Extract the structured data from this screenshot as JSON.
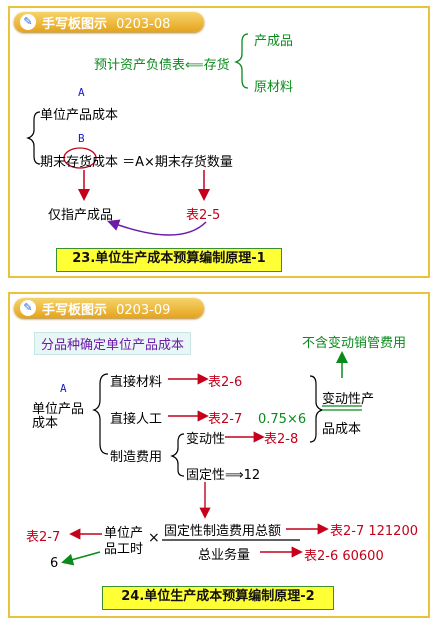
{
  "panel1": {
    "tag_title": "手写板图示",
    "tag_code": "0203-08",
    "product": "产成品",
    "raw_material": "原材料",
    "formula_top": "预计资产负债表⟸存货",
    "letter_a": "A",
    "unit_cost": "单位产品成本",
    "letter_b": "B",
    "ending_cost": "期末存货成本 ＝A×期末存货数量",
    "only_product": "仅指产成品",
    "table_ref": "表2-5",
    "caption": "23.单位生产成本预算编制原理-1"
  },
  "panel2": {
    "tag_title": "手写板图示",
    "tag_code": "0203-09",
    "subtitle": "分品种确定单位产品成本",
    "no_var_cost": "不含变动销管费用",
    "letter_a": "A",
    "unit_cost_l1": "单位产品",
    "unit_cost_l2": "成本",
    "direct_material": "直接材料",
    "ref_26": "表2-6",
    "direct_labor": "直接人工",
    "ref_27": "表2-7",
    "mult": "0.75×6",
    "mfg_overhead": "制造费用",
    "variable": "变动性",
    "ref_28": "表2-8",
    "fixed": "固定性⟹12",
    "var_prod_l1": "变动性产",
    "var_prod_l2": "品成本",
    "left_ref": "表2-7",
    "unit_hours_l1": "单位产",
    "unit_hours_l2": "品工时",
    "times": "×",
    "six": "6",
    "fixed_total": "固定性制造费用总额",
    "ref_27b": "表2-7 121200",
    "total_volume": "总业务量",
    "ref_26b": "表2-6 60600",
    "caption": "24.单位生产成本预算编制原理-2"
  }
}
